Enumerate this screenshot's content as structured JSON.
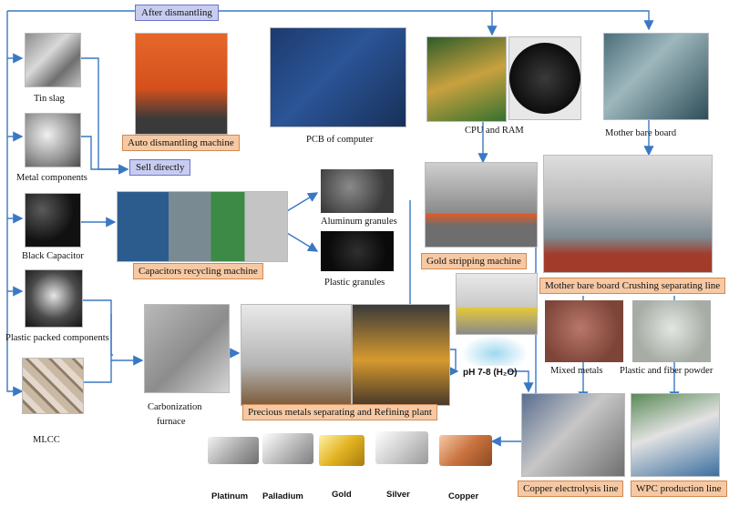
{
  "labels": {
    "after_dismantling": "After dismantling",
    "tin_slag": "Tin slag",
    "metal_components": "Metal components",
    "black_capacitor": "Black Capacitor",
    "plastic_packed": "Plastic packed components",
    "mlcc": "MLCC",
    "auto_dismantling": "Auto dismantling machine",
    "sell_directly": "Sell directly",
    "pcb": "PCB of computer",
    "cpu_ram": "CPU and RAM",
    "mother_bare_board": "Mother bare board",
    "aluminum_granules": "Aluminum granules",
    "plastic_granules": "Plastic granules",
    "capacitors_machine": "Capacitors recycling machine",
    "gold_stripping": "Gold stripping machine",
    "crushing_line": "Mother bare board Crushing separating line",
    "carbonization_1": "Carbonization",
    "carbonization_2": "furnace",
    "precious_metals": "Precious metals separating and Refining plant",
    "ph_label": "pH 7-8 (H₂O)",
    "mixed_metals": "Mixed metals",
    "plastic_fiber": "Plastic and fiber powder",
    "copper_electrolysis": "Copper electrolysis line",
    "wpc_line": "WPC production line"
  },
  "metals": [
    "Platinum",
    "Palladium",
    "Gold",
    "Silver",
    "Copper"
  ]
}
